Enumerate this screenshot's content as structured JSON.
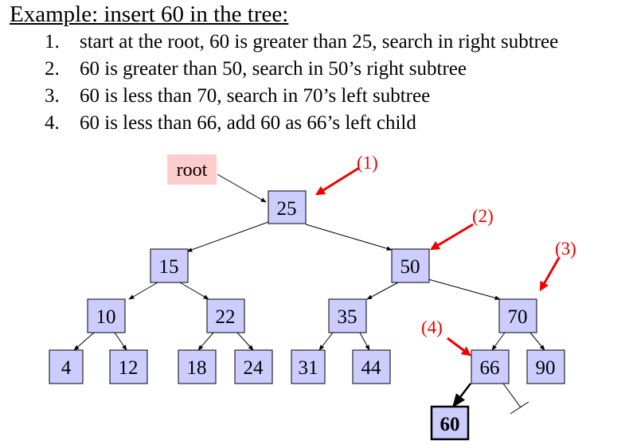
{
  "title": "Example: insert 60 in the tree:",
  "steps": [
    {
      "num": "1.",
      "text": "start at the root, 60 is greater than 25, search in right subtree"
    },
    {
      "num": "2.",
      "text": "60 is greater than 50, search in 50’s right subtree"
    },
    {
      "num": "3.",
      "text": "60 is less than 70, search in 70’s left subtree"
    },
    {
      "num": "4.",
      "text": "60 is less than 66, add 60 as 66’s left child"
    }
  ],
  "root_label": "root",
  "nodes": {
    "n25": "25",
    "n15": "15",
    "n50": "50",
    "n10": "10",
    "n22": "22",
    "n35": "35",
    "n70": "70",
    "n4": "4",
    "n12": "12",
    "n18": "18",
    "n24": "24",
    "n31": "31",
    "n44": "44",
    "n66": "66",
    "n90": "90",
    "n60": "60"
  },
  "annotations": {
    "a1": "(1)",
    "a2": "(2)",
    "a3": "(3)",
    "a4": "(4)"
  },
  "colors": {
    "node_fill": "#ccccff",
    "root_label_fill": "#ffcccc",
    "annotation": "#ee0000",
    "edge": "#000000"
  }
}
